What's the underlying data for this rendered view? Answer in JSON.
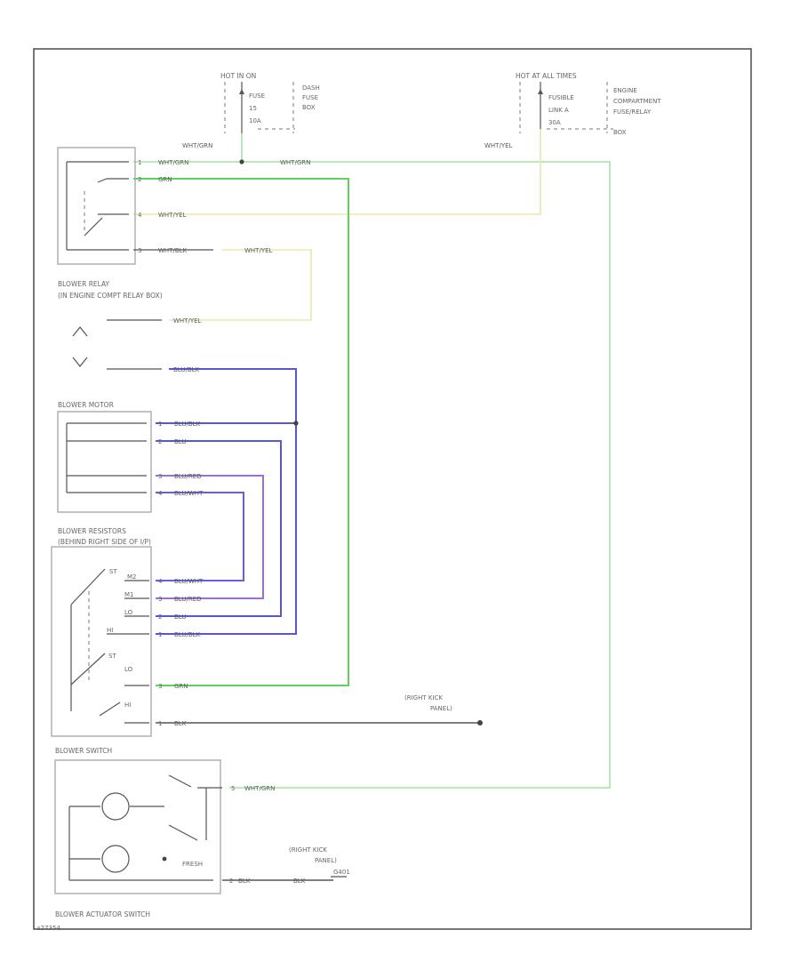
{
  "top_sources": {
    "left": {
      "header": "HOT IN ON",
      "fuse_lines": [
        "FUSE",
        "15",
        "10A"
      ],
      "box_lines": [
        "DASH",
        "FUSE",
        "BOX"
      ]
    },
    "right": {
      "header": "HOT AT ALL TIMES",
      "fuse_lines": [
        "FUSIBLE",
        "LINK A",
        "30A"
      ],
      "box_lines": [
        "ENGINE",
        "COMPARTMENT",
        "FUSE/RELAY",
        "BOX"
      ]
    }
  },
  "wire_labels": {
    "wht_grn_top": "WHT/GRN",
    "wht_yel_top": "WHT/YEL",
    "relay_pin1": "WHT/GRN",
    "relay_pin1_right": "WHT/GRN",
    "relay_pin2": "GRN",
    "relay_pin4": "WHT/YEL",
    "relay_pin3": "WHT/BLK",
    "relay_pin3_right": "WHT/YEL",
    "motor_conn_1": "WHT/YEL",
    "motor_conn_2": "BLU/BLK",
    "motor_pin1": "BLU/BLK",
    "motor_pin2": "BLU",
    "motor_pin3": "BLU/RED",
    "motor_pin4": "BLU/WHT",
    "res_pin4": "BLU/WHT",
    "res_pin3": "BLU/RED",
    "res_pin2": "BLU",
    "res_pin1": "BLU/BLK",
    "res_grn": "GRN",
    "res_blk": "BLK",
    "sw_wht_grn": "WHT/GRN",
    "act_blk": "BLK",
    "act_blk_right": "BLK"
  },
  "pin_numbers": {
    "relay": [
      "1",
      "2",
      "4",
      "3"
    ],
    "motor": [
      "1",
      "2",
      "3",
      "4"
    ],
    "resistor": [
      "4",
      "3",
      "2",
      "1",
      "3",
      "1"
    ],
    "switch": "5",
    "actuator": "2"
  },
  "component_labels": {
    "blower_relay": [
      "BLOWER RELAY",
      "(IN ENGINE COMPT RELAY BOX)"
    ],
    "blower_motor": "BLOWER MOTOR",
    "blower_resistors": [
      "BLOWER RESISTORS",
      "(BEHIND RIGHT SIDE OF I/P)"
    ],
    "resistor_taps": [
      "ST",
      "M2",
      "M1",
      "LO",
      "HI"
    ],
    "resistor_switch": [
      "ST",
      "LO",
      "HI"
    ],
    "blower_switch": "BLOWER SWITCH",
    "switch_fresh": "FRESH",
    "blower_actuator_switch": "BLOWER ACTUATOR SWITCH",
    "ground_right_kick": [
      "(RIGHT KICK",
      "PANEL)"
    ],
    "ground_actuator": [
      "(RIGHT KICK",
      "PANEL)"
    ],
    "ground_symbol": "G401"
  },
  "colors": {
    "green": "#5cd35c",
    "light_green": "#9ce29c",
    "yellow": "#e6e6a0",
    "blue": "#5555dd",
    "purple": "#9b6fd6",
    "black": "#444444"
  },
  "corner_code": "s27354"
}
